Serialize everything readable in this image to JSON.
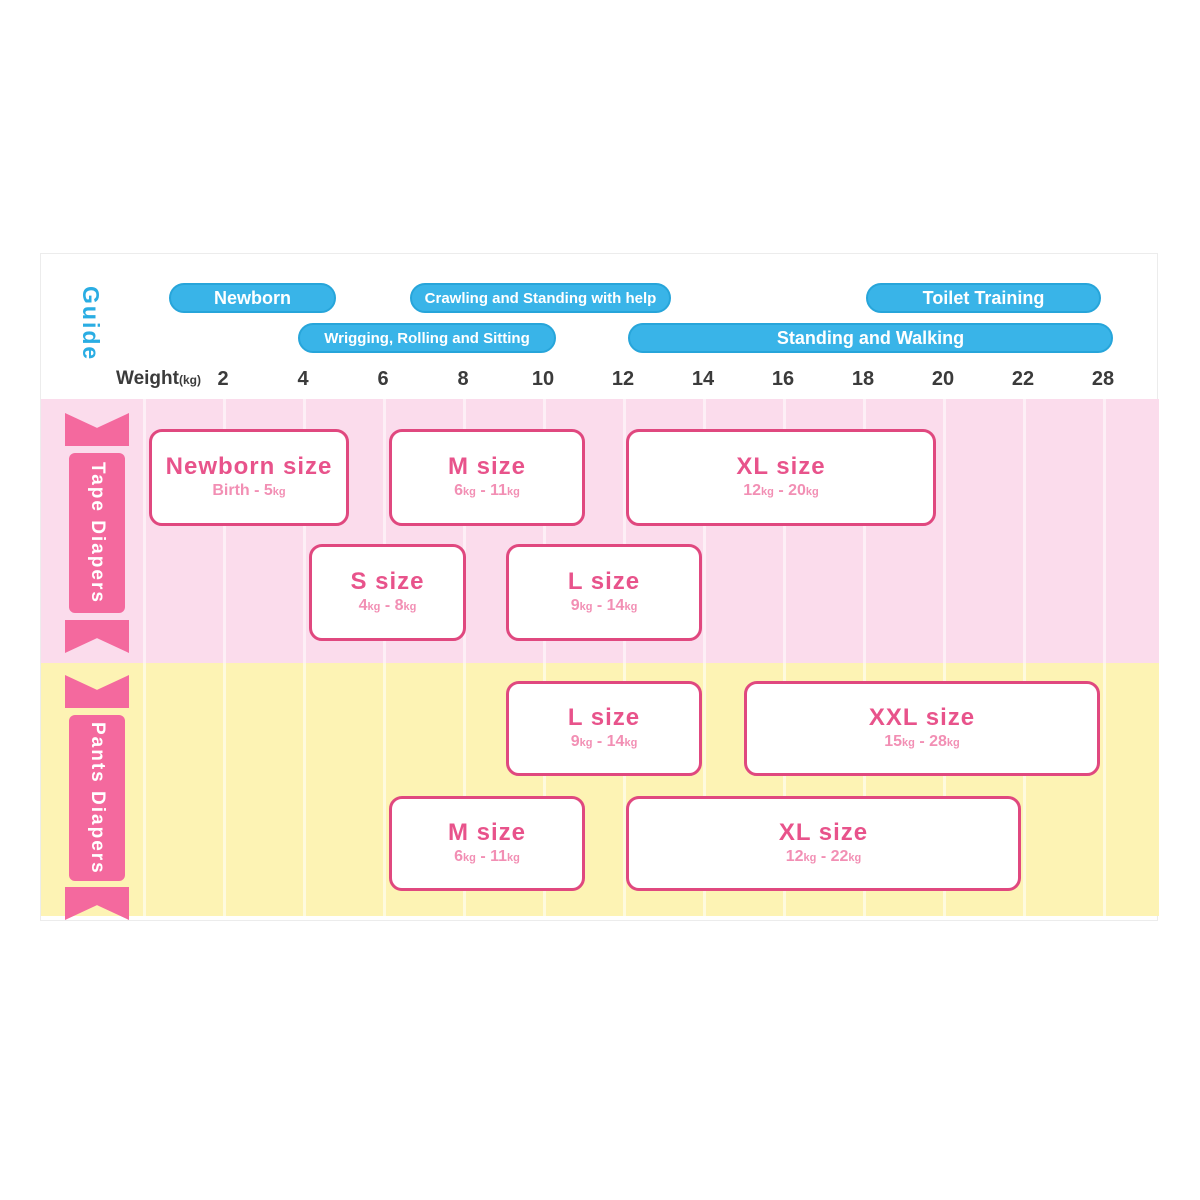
{
  "guide": {
    "label": "Guide"
  },
  "header": {
    "stages": [
      {
        "label": "Newborn"
      },
      {
        "label": "Crawling and Standing with help"
      },
      {
        "label": "Toilet Training"
      },
      {
        "label": "Wrigging, Rolling and Sitting"
      },
      {
        "label": "Standing and Walking"
      }
    ]
  },
  "axis": {
    "title": "Weight",
    "unit": "(kg)",
    "ticks": [
      "2",
      "4",
      "6",
      "8",
      "10",
      "12",
      "14",
      "16",
      "18",
      "20",
      "22",
      "28"
    ]
  },
  "sections": [
    {
      "label": "Tape Diapers",
      "boxes": [
        {
          "size": "Newborn size",
          "range": "Birth - 5kg"
        },
        {
          "size": "M size",
          "range": "6kg - 11kg"
        },
        {
          "size": "XL size",
          "range": "12kg - 20kg"
        },
        {
          "size": "S size",
          "range": "4kg - 8kg"
        },
        {
          "size": "L size",
          "range": "9kg - 14kg"
        }
      ]
    },
    {
      "label": "Pants Diapers",
      "boxes": [
        {
          "size": "L size",
          "range": "9kg - 14kg"
        },
        {
          "size": "XXL size",
          "range": "15kg - 28kg"
        },
        {
          "size": "M size",
          "range": "6kg - 11kg"
        },
        {
          "size": "XL size",
          "range": "12kg - 22kg"
        }
      ]
    }
  ],
  "colors": {
    "stage_pill_blue": "#39b4e8",
    "guide_blue": "#2aade3",
    "tape_band_pink": "#fbdcec",
    "pants_band_yellow": "#fdf3b4",
    "ribbon_pink": "#f4699e",
    "box_border_pink": "#e0487f",
    "box_title_pink": "#e8538b",
    "box_range_pink": "#f28fb4"
  },
  "chart_data": {
    "type": "bar",
    "title": "Diaper size guide by baby weight",
    "xlabel": "Weight (kg)",
    "x_ticks": [
      2,
      4,
      6,
      8,
      10,
      12,
      14,
      16,
      18,
      20,
      22,
      28
    ],
    "orientation": "horizontal-range",
    "grid": true,
    "series": [
      {
        "name": "Tape Diapers",
        "values": [
          {
            "size": "Newborn",
            "from_label": "Birth",
            "from_kg": 0,
            "to_kg": 5
          },
          {
            "size": "S",
            "from_kg": 4,
            "to_kg": 8
          },
          {
            "size": "M",
            "from_kg": 6,
            "to_kg": 11
          },
          {
            "size": "L",
            "from_kg": 9,
            "to_kg": 14
          },
          {
            "size": "XL",
            "from_kg": 12,
            "to_kg": 20
          }
        ]
      },
      {
        "name": "Pants Diapers",
        "values": [
          {
            "size": "M",
            "from_kg": 6,
            "to_kg": 11
          },
          {
            "size": "L",
            "from_kg": 9,
            "to_kg": 14
          },
          {
            "size": "XL",
            "from_kg": 12,
            "to_kg": 22
          },
          {
            "size": "XXL",
            "from_kg": 15,
            "to_kg": 28
          }
        ]
      }
    ],
    "milestones_approx_kg": [
      {
        "label": "Newborn",
        "from_kg": 2,
        "to_kg": 5
      },
      {
        "label": "Wrigging, Rolling and Sitting",
        "from_kg": 4,
        "to_kg": 10
      },
      {
        "label": "Crawling and Standing with help",
        "from_kg": 7,
        "to_kg": 11
      },
      {
        "label": "Standing and Walking",
        "from_kg": 12,
        "to_kg": 28
      },
      {
        "label": "Toilet Training",
        "from_kg": 18,
        "to_kg": 28
      }
    ]
  }
}
